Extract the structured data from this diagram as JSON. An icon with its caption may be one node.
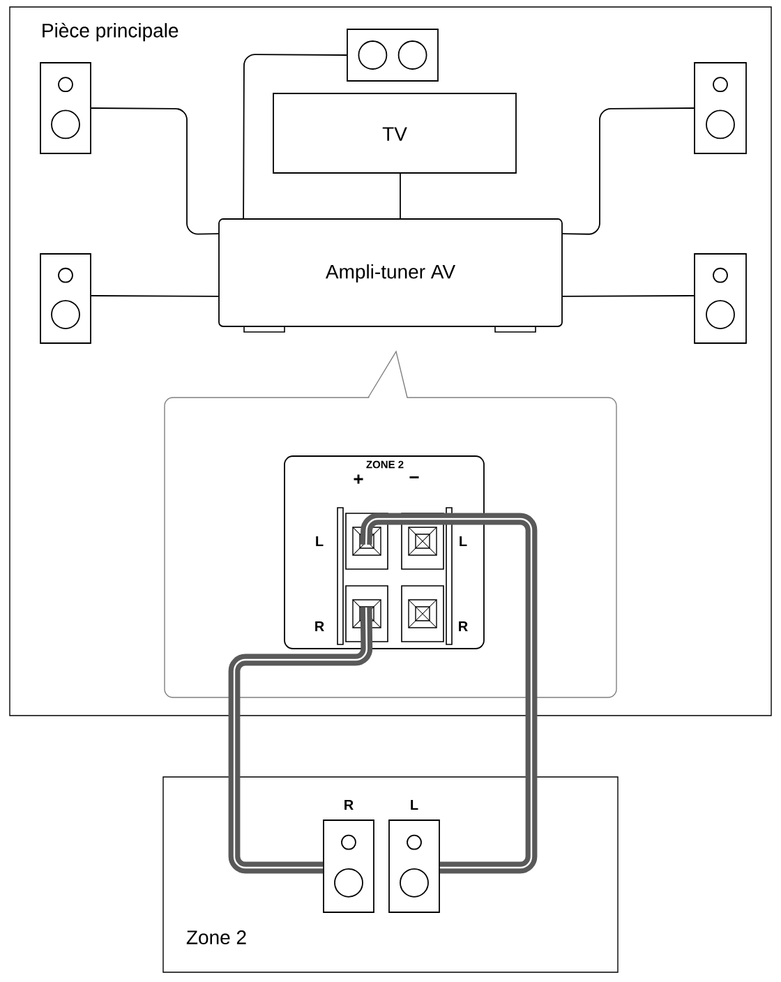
{
  "diagram": {
    "nodes": [
      {
        "text": [
          "Pièce principale"
        ]
      },
      {
        "text": [],
        "shape": "speaker",
        "in": 0
      },
      {
        "text": [],
        "shape": "speaker",
        "in": 0
      },
      {
        "text": [],
        "shape": "speaker",
        "in": 0
      },
      {
        "text": [
          "TV"
        ],
        "in": 0
      },
      {
        "text": [
          "Ampli-tuner AV"
        ],
        "in": 0
      },
      {
        "text": [],
        "shape": "speaker",
        "in": 0
      },
      {
        "text": [],
        "shape": "speaker",
        "in": 0
      },
      {
        "text": [],
        "shape": "box",
        "in": 0
      },
      {
        "text": [
          "ZONE 2",
          "+",
          "−",
          "L",
          "L",
          "R",
          "R"
        ],
        "in": 8
      },
      {
        "text": [
          "Zone 2"
        ]
      },
      {
        "text": [],
        "shape": "speaker",
        "in": 10,
        "beside": [
          "R"
        ]
      },
      {
        "text": [],
        "shape": "speaker",
        "in": 10,
        "beside": [
          "L"
        ]
      }
    ],
    "edges": [
      {
        "from": 5,
        "to": 2,
        "arrow": "none"
      },
      {
        "from": 5,
        "to": 3,
        "arrow": "none"
      },
      {
        "from": 5,
        "to": 6,
        "arrow": "none"
      },
      {
        "from": 5,
        "to": 7,
        "arrow": "none"
      },
      {
        "from": 5,
        "to": 4,
        "arrow": "none"
      },
      {
        "from": 5,
        "to": 1,
        "arrow": "none"
      },
      {
        "from": 9,
        "to": 11,
        "arrow": "none",
        "style": "thick"
      },
      {
        "from": 9,
        "to": 12,
        "arrow": "none",
        "style": "thick"
      }
    ]
  }
}
